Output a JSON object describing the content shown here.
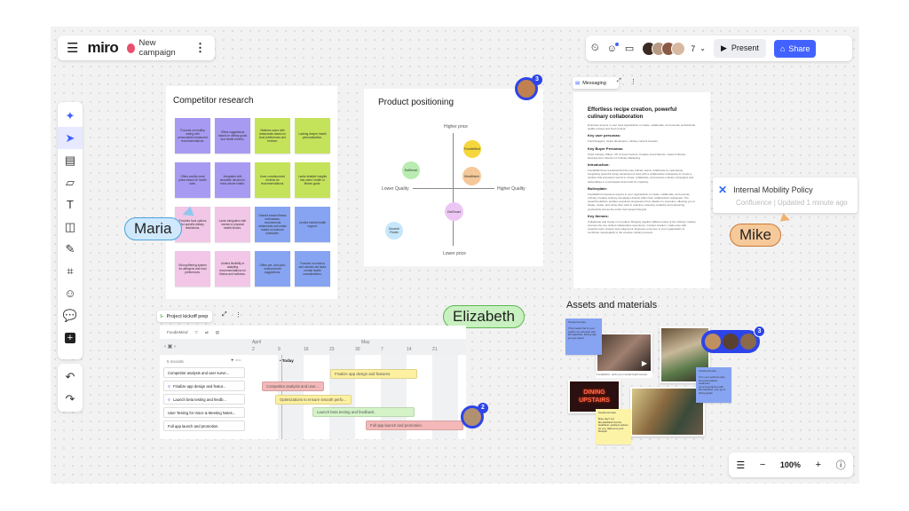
{
  "header": {
    "logo": "miro",
    "board_name": "New campaign",
    "member_count": "7",
    "present_label": "Present",
    "share_label": "Share"
  },
  "toolbar": {
    "tools": [
      "ai-sparkle",
      "select",
      "templates",
      "sticky-note",
      "text",
      "shapes",
      "pen",
      "frame",
      "emoji",
      "comment",
      "add"
    ],
    "undo": "undo",
    "redo": "redo"
  },
  "competitor": {
    "title": "Competitor research",
    "stickies": [
      {
        "text": "Focuses on healthy eating with personalized restaurant recommendations.",
        "color": "purple"
      },
      {
        "text": "Offers suggestions based on dietary goals and health metrics.",
        "color": "purple"
      },
      {
        "text": "Matches users with restaurants based on food preferences and reviews.",
        "color": "green"
      },
      {
        "text": "Lacking deeper health personalization.",
        "color": "green"
      },
      {
        "text": "Offers weekly meal plans based on health data.",
        "color": "purple"
      },
      {
        "text": "Integrates with wearable devices to track calorie intake.",
        "color": "purple"
      },
      {
        "text": "Uses crowdsourced reviews for recommendations.",
        "color": "green"
      },
      {
        "text": "Lacks detailed insights into users' health or fitness goals.",
        "color": "green"
      },
      {
        "text": "Provides food options for specific dietary restrictions.",
        "color": "pink"
      },
      {
        "text": "Lacks integration with mental or physical health factors.",
        "color": "pink"
      },
      {
        "text": "Geared toward fitness enthusiasts, recommends restaurants and meals based on workout schedules.",
        "color": "blue"
      },
      {
        "text": "Limited mental health support.",
        "color": "blue"
      },
      {
        "text": "Strong filtering system for allergens and food preferences.",
        "color": "pink"
      },
      {
        "text": "Limited flexibility in adapting recommendations for fitness and wellness.",
        "color": "pink"
      },
      {
        "text": "Offers pre- and post-workout meal suggestions.",
        "color": "blue"
      },
      {
        "text": "Focuses on macros and calories but lacks mental health considerations.",
        "color": "blue"
      }
    ]
  },
  "positioning": {
    "title": "Product positioning",
    "higher_price": "Higher price",
    "lower_price": "Lower price",
    "lower_quality": "Lower Quality",
    "higher_quality": "Higher Quality",
    "collab_count": "3",
    "products": [
      {
        "name": "FoodieMind",
        "color": "#f5d63d"
      },
      {
        "name": "MealMatch",
        "color": "#f5c89a"
      },
      {
        "name": "EatSmart",
        "color": "#b8ecb0"
      },
      {
        "name": "EatSmart",
        "color": "#ecc6f5"
      },
      {
        "name": "Nourish Finder",
        "color": "#c5e6fb"
      }
    ]
  },
  "messaging": {
    "tab": "Messaging",
    "title": "Effortless recipe creation, powerful culinary collaboration",
    "intro": "Empower anyone in your food organization to create, collaborate, and execute professional quality recipes and food content.",
    "sections": [
      {
        "heading": "Key user personas:",
        "body": "Food bloggers, recipe developers, culinary content creators"
      },
      {
        "heading": "Key Buyer Personas:",
        "body": "Chief Culinary Officer, VP of Food Content, Creative Food Director, Head of Recipe Development, Director of Culinary Marketing"
      },
      {
        "heading": "Introduction:",
        "body": "FoodieMind has revolutionized the way culinary teams collaborate by seamlessly integrating powerful recipe development tools with a collaborative workspace to create a solution that empowers teams to create, collaborate, and execute culinary campaigns and deliverables in a workspace that's built for creativity."
      },
      {
        "heading": "Boilerplate:",
        "body": "FoodieMind empowers anyone in your organization to create, collaborate, and execute ordinary creative culinary campaigns directly within their collaborative workspace. The powerful platform enables seamless progression from ideation to execution, allowing you to ideate, create, and refine their work in real-time, fostering creativity and enhancing productivity across the entire food project lifecycle."
      },
      {
        "heading": "Key themes:",
        "body": "Collaborate and create in one place: Bringing together different parts of the culinary creative process into one unified collaborative experience. Content creation, made easy with powerful tools. Answer team alignment: Empower everyone in your organization to contribute meaningfully to the creative culinary process."
      }
    ]
  },
  "popup": {
    "title": "Internal Mobility Policy",
    "subtitle": "Confluence | Updated 1 minute ago"
  },
  "cursors": {
    "maria": "Maria",
    "mike": "Mike",
    "elizabeth": "Elizabeth"
  },
  "gantt": {
    "tab": "Project kickoff prep",
    "source": "FoodieMind",
    "records": "5 records",
    "months": [
      "April",
      "May"
    ],
    "dates": [
      "2",
      "9",
      "16",
      "23",
      "30",
      "7",
      "14",
      "21"
    ],
    "today": "Today",
    "rows": [
      "Competitor analysis and user surve...",
      "Finalize app design and featur...",
      "Launch beta testing and feedb...",
      "User Testing for Voice & Meeting Notes...",
      "Full app launch and promotion."
    ],
    "bars": [
      {
        "label": "Finalize app design and features.",
        "color": "#fdf0a0"
      },
      {
        "label": "Competitor analysis and user...",
        "color": "#f4b8b8"
      },
      {
        "label": "Optimizations to ensure smooth perfo...",
        "color": "#fdf0a0"
      },
      {
        "label": "Launch beta testing and feedback.",
        "color": "#d4f4c8"
      },
      {
        "label": "Full app launch and promotion.",
        "color": "#f4b8b8"
      }
    ],
    "collab_count": "2"
  },
  "assets": {
    "title": "Assets and materials",
    "collab_count": "3",
    "notes": [
      {
        "label": "Social post idea",
        "text": "Third meals that fix your health one schedule with #FoodieMind. Dining right just got easier!"
      },
      {
        "label": "Social post idea",
        "text": "Turn your wellness plan into personalized restaurant recommendations with #FoodieMind, your go-to dining guide!"
      },
      {
        "label": "Social post idea",
        "text": "Busy day? Let #FoodieMind find the healthiest, quickest options for you, tailored to your lifestyle!"
      }
    ],
    "video_caption": "FoodieMind - picks your mental health wonder",
    "neon_sign": "DINING UPSTAIRS"
  },
  "zoom": {
    "level": "100%"
  }
}
